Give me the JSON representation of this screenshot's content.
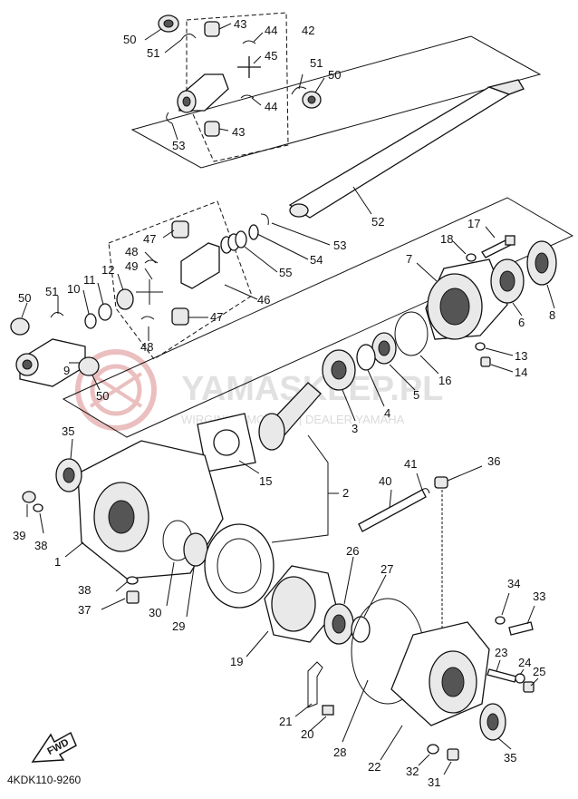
{
  "diagram_code": "4KDK110-9260",
  "fwd_label": "FWD",
  "watermark": {
    "brand": "YAMASKLEP.PL",
    "sub": "WIRGINIA SMOWICZ | DEALER YAMAHA"
  },
  "colors": {
    "line": "#111111",
    "watermark": "#e4a0a0",
    "watermark_text": "#d6d6d6"
  },
  "callouts": [
    {
      "id": "c50a",
      "text": "50"
    },
    {
      "id": "c51a",
      "text": "51"
    },
    {
      "id": "c43a",
      "text": "43"
    },
    {
      "id": "c44a",
      "text": "44"
    },
    {
      "id": "c42",
      "text": "42"
    },
    {
      "id": "c45",
      "text": "45"
    },
    {
      "id": "c51b",
      "text": "51"
    },
    {
      "id": "c50b",
      "text": "50"
    },
    {
      "id": "c44b",
      "text": "44"
    },
    {
      "id": "c53a",
      "text": "53"
    },
    {
      "id": "c43b",
      "text": "43"
    },
    {
      "id": "c52",
      "text": "52"
    },
    {
      "id": "c47a",
      "text": "47"
    },
    {
      "id": "c48a",
      "text": "48"
    },
    {
      "id": "c49",
      "text": "49"
    },
    {
      "id": "c53b",
      "text": "53"
    },
    {
      "id": "c54",
      "text": "54"
    },
    {
      "id": "c55",
      "text": "55"
    },
    {
      "id": "c17",
      "text": "17"
    },
    {
      "id": "c18",
      "text": "18"
    },
    {
      "id": "c12",
      "text": "12"
    },
    {
      "id": "c11",
      "text": "11"
    },
    {
      "id": "c10",
      "text": "10"
    },
    {
      "id": "c51c",
      "text": "51"
    },
    {
      "id": "c50c",
      "text": "50"
    },
    {
      "id": "c7",
      "text": "7"
    },
    {
      "id": "c46",
      "text": "46"
    },
    {
      "id": "c47b",
      "text": "47"
    },
    {
      "id": "c48b",
      "text": "48"
    },
    {
      "id": "c6",
      "text": "6"
    },
    {
      "id": "c8",
      "text": "8"
    },
    {
      "id": "c13",
      "text": "13"
    },
    {
      "id": "c14",
      "text": "14"
    },
    {
      "id": "c16",
      "text": "16"
    },
    {
      "id": "c9",
      "text": "9"
    },
    {
      "id": "c50d",
      "text": "50"
    },
    {
      "id": "c5",
      "text": "5"
    },
    {
      "id": "c4",
      "text": "4"
    },
    {
      "id": "c3",
      "text": "3"
    },
    {
      "id": "c35a",
      "text": "35"
    },
    {
      "id": "c15",
      "text": "15"
    },
    {
      "id": "c41",
      "text": "41"
    },
    {
      "id": "c36",
      "text": "36"
    },
    {
      "id": "c40",
      "text": "40"
    },
    {
      "id": "c2",
      "text": "2"
    },
    {
      "id": "c39",
      "text": "39"
    },
    {
      "id": "c38a",
      "text": "38"
    },
    {
      "id": "c1",
      "text": "1"
    },
    {
      "id": "c26",
      "text": "26"
    },
    {
      "id": "c27",
      "text": "27"
    },
    {
      "id": "c34",
      "text": "34"
    },
    {
      "id": "c33",
      "text": "33"
    },
    {
      "id": "c38b",
      "text": "38"
    },
    {
      "id": "c37",
      "text": "37"
    },
    {
      "id": "c30",
      "text": "30"
    },
    {
      "id": "c29",
      "text": "29"
    },
    {
      "id": "c19",
      "text": "19"
    },
    {
      "id": "c23",
      "text": "23"
    },
    {
      "id": "c24",
      "text": "24"
    },
    {
      "id": "c25",
      "text": "25"
    },
    {
      "id": "c21",
      "text": "21"
    },
    {
      "id": "c20",
      "text": "20"
    },
    {
      "id": "c28",
      "text": "28"
    },
    {
      "id": "c22",
      "text": "22"
    },
    {
      "id": "c35b",
      "text": "35"
    },
    {
      "id": "c32",
      "text": "32"
    },
    {
      "id": "c31",
      "text": "31"
    }
  ]
}
